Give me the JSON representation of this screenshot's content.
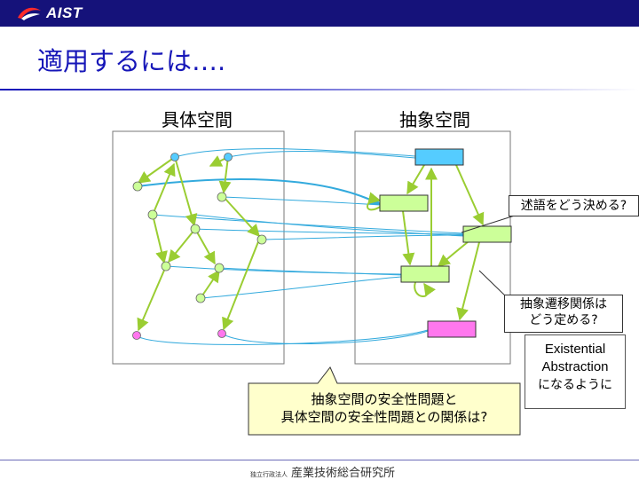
{
  "header": {
    "logo_text": "AIST",
    "logo_icon": "aist-swoosh-icon"
  },
  "slide": {
    "title": "適用するには….",
    "heading_concrete": "具体空間",
    "heading_abstract": "抽象空間"
  },
  "callouts": {
    "predicate": "述語をどう決める?",
    "transition_line1": "抽象遷移関係は",
    "transition_line2": "どう定める?",
    "existential_line1": "Existential",
    "existential_line2": "Abstraction",
    "existential_line3": "になるように"
  },
  "bubble": {
    "line1": "抽象空間の安全性問題と",
    "line2": "具体空間の安全性問題との関係は?"
  },
  "footer": {
    "small_text": "独立行政法人",
    "org_name": "産業技術総合研究所"
  },
  "colors": {
    "brand_bar": "#15127a",
    "title": "#1616b8",
    "arrow": "#9acd32",
    "link": "#33aadd",
    "state_initial": "#55ccff",
    "state_normal": "#ccff99",
    "state_error": "#ff77ee",
    "bubble_fill": "#ffffcc"
  }
}
